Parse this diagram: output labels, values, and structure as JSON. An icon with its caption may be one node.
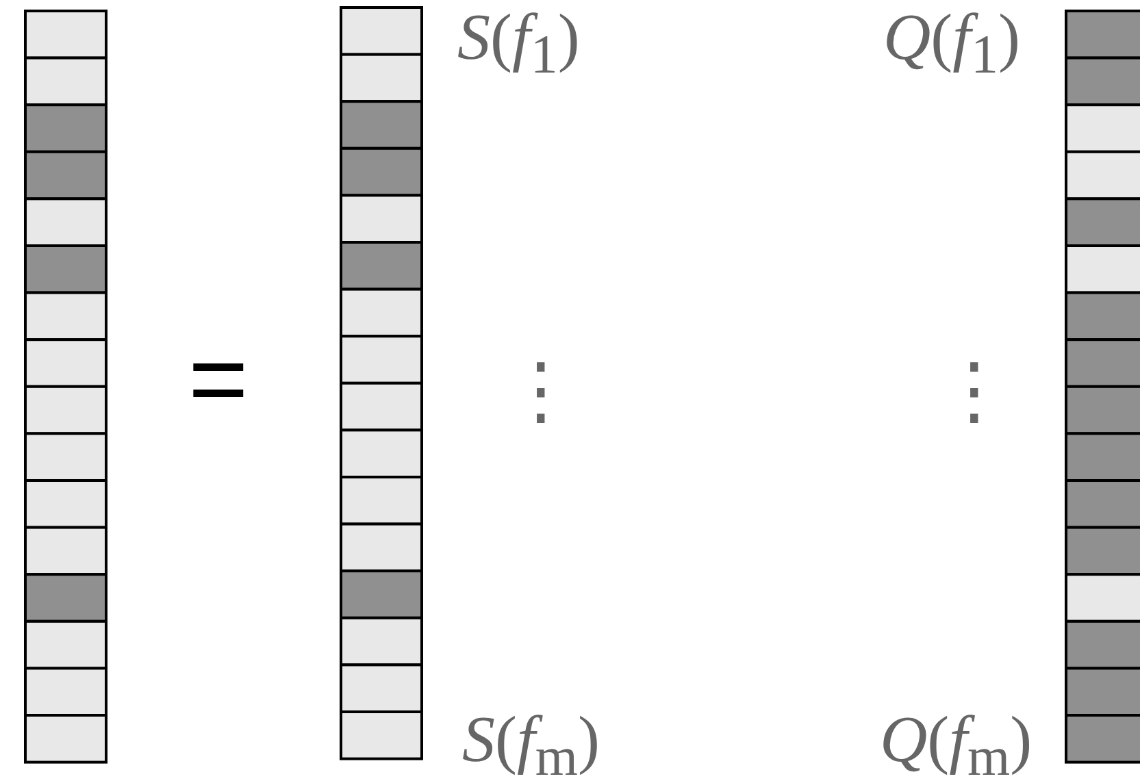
{
  "diagram": {
    "labels": [
      "*S*(*f*$_{1}$)",
      "*Q*(*f*$_{1}$)",
      "=",
      "⋮",
      "⋮",
      "*S*(*f*$_{m}$)",
      "*Q*(*f*$_{m}$)"
    ]
  }
}
